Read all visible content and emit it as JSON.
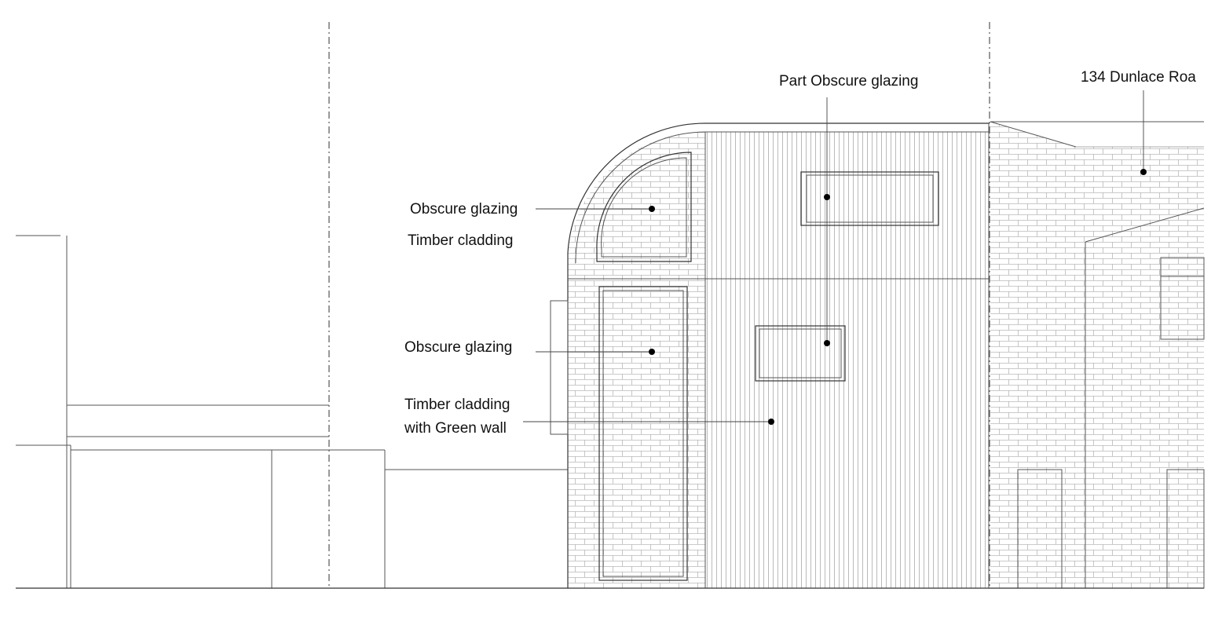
{
  "drawing": {
    "labels": {
      "part_obscure_glazing": "Part Obscure glazing",
      "neighbour": "134 Dunlace Roa",
      "obscure_glazing_upper": "Obscure glazing",
      "timber_cladding_upper": "Timber cladding",
      "obscure_glazing_lower": "Obscure glazing",
      "timber_cladding_green_line1": "Timber cladding",
      "timber_cladding_green_line2": "with Green wall"
    },
    "colors": {
      "line": "#555555",
      "text": "#111111",
      "background": "#ffffff"
    }
  }
}
